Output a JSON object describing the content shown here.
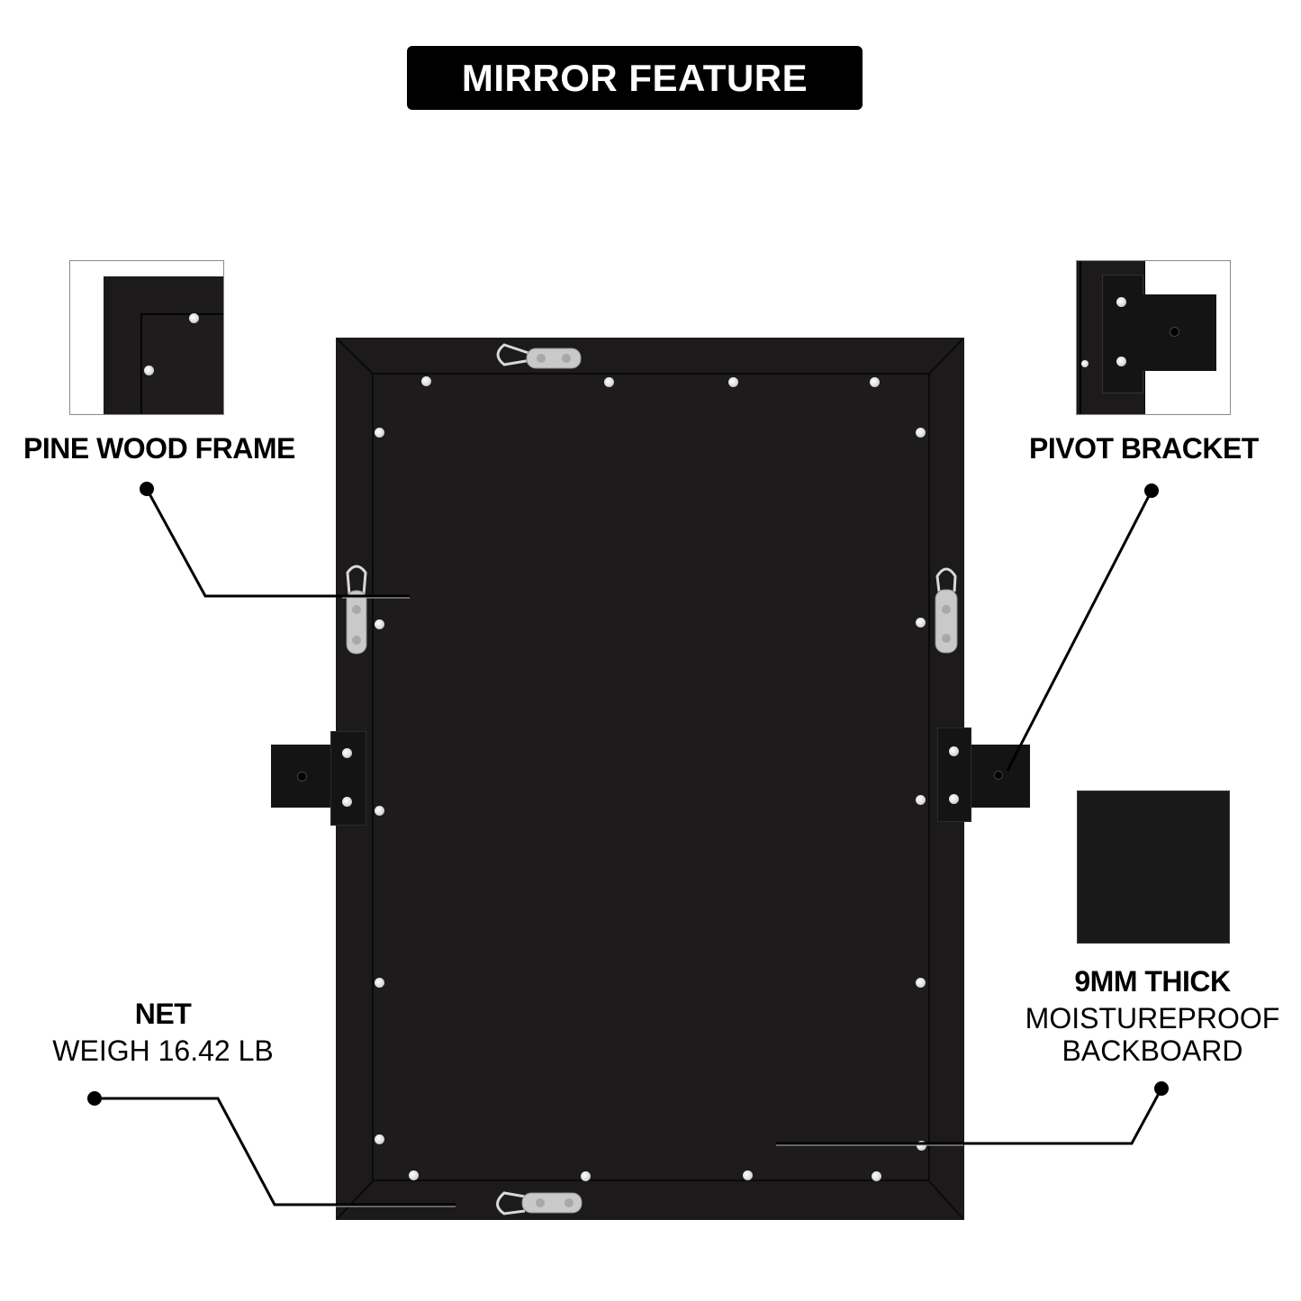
{
  "header": {
    "title": "MIRROR FEATURE"
  },
  "features": [
    {
      "id": "frame",
      "title": "PINE WOOD FRAME"
    },
    {
      "id": "bracket",
      "title": "PIVOT BRACKET"
    },
    {
      "id": "backboard",
      "title": "9MM THICK",
      "subtitle_line1": "MOISTUREPROOF",
      "subtitle_line2": "BACKBOARD"
    },
    {
      "id": "weight",
      "title": "NET",
      "subtitle": "WEIGH 16.42 LB"
    }
  ],
  "colors": {
    "frame": "#1c1a1a",
    "backboard": "#1d1b1b",
    "badge_bg": "#000000",
    "badge_text": "#ffffff",
    "hardware": "#c8c8c8"
  }
}
